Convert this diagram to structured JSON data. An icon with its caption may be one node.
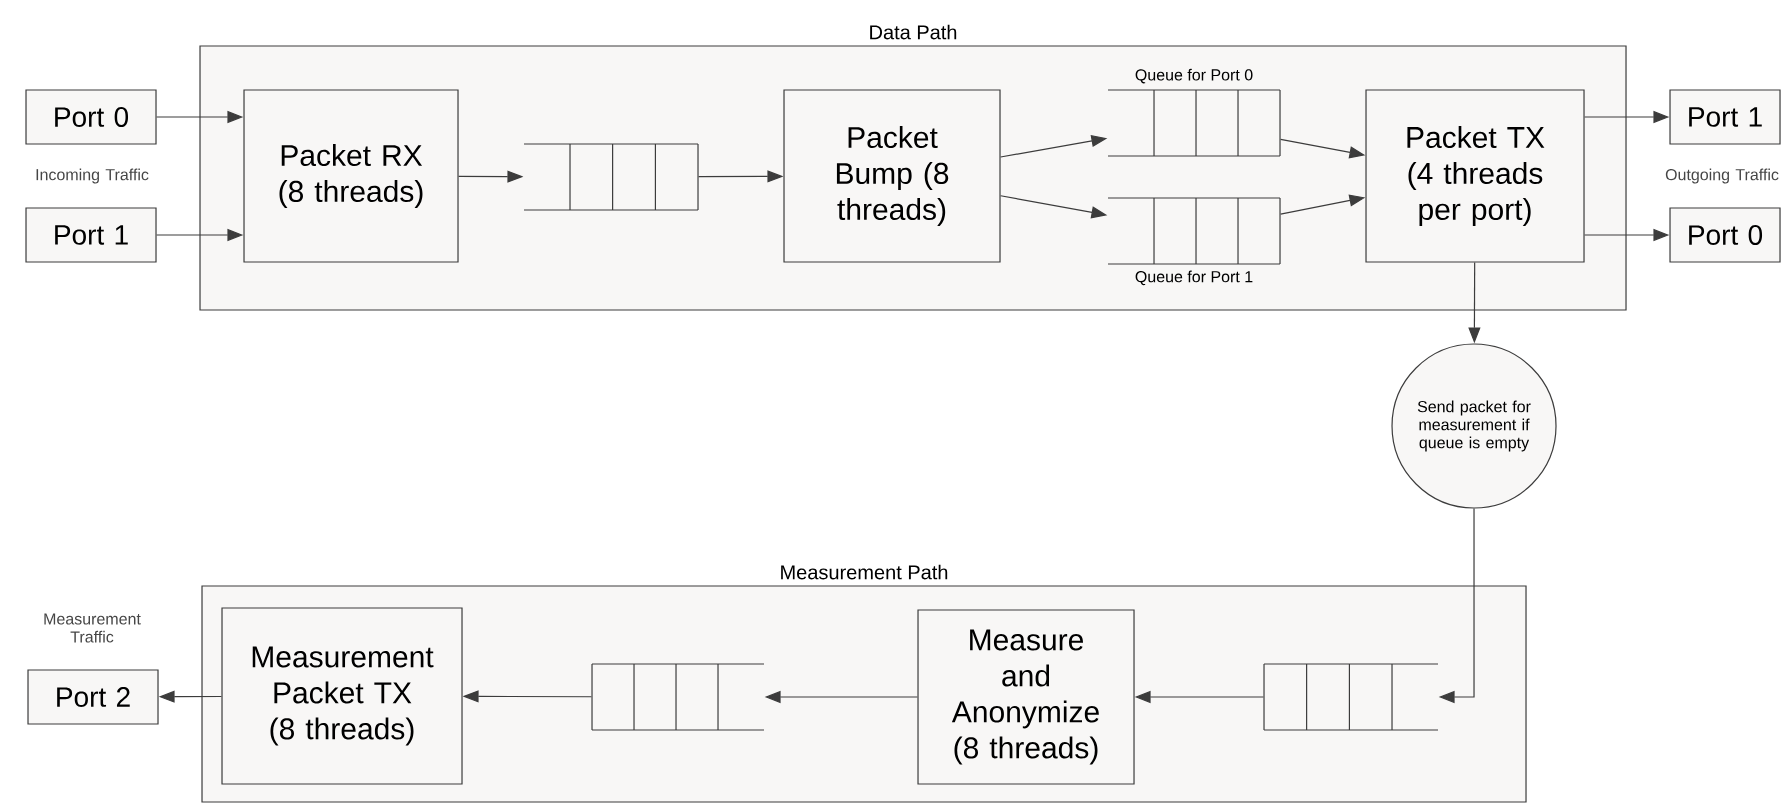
{
  "diagram": {
    "nodes": [
      {
        "text": [
          "Data Path"
        ]
      },
      {
        "text": [
          "Port 0"
        ]
      },
      {
        "text": [
          "Port 1"
        ]
      },
      {
        "text": [
          "Packet RX (8 threads)"
        ],
        "in": 0
      },
      {
        "text": [],
        "shape": "queue",
        "in": 0
      },
      {
        "text": [
          "Packet Bump (8 threads)"
        ],
        "in": 0
      },
      {
        "text": [
          "Queue for Port 0"
        ],
        "in": 0
      },
      {
        "text": [
          "Queue for Port 1"
        ],
        "in": 0
      },
      {
        "text": [
          "Packet TX (4 threads per port)"
        ],
        "in": 0
      },
      {
        "text": [
          "Port 1"
        ]
      },
      {
        "text": [
          "Port 0"
        ]
      },
      {
        "text": [
          "Send packet for measurement if queue is empty"
        ]
      },
      {
        "text": [
          "Measurement Path"
        ]
      },
      {
        "text": [],
        "shape": "queue",
        "in": 12
      },
      {
        "text": [
          "Measure and Anonymize (8 threads)"
        ],
        "in": 12
      },
      {
        "text": [],
        "shape": "queue",
        "in": 12
      },
      {
        "text": [
          "Measurement Packet TX (8 threads)"
        ],
        "in": 12
      },
      {
        "text": [
          "Port 2"
        ]
      }
    ],
    "edges": [
      {
        "from": 1,
        "to": 3,
        "arrow": "to"
      },
      {
        "from": 2,
        "to": 3,
        "arrow": "to"
      },
      {
        "from": 3,
        "to": 4,
        "arrow": "to"
      },
      {
        "from": 4,
        "to": 5,
        "arrow": "to"
      },
      {
        "from": 5,
        "to": 6,
        "arrow": "to"
      },
      {
        "from": 5,
        "to": 7,
        "arrow": "to"
      },
      {
        "from": 6,
        "to": 8,
        "arrow": "to"
      },
      {
        "from": 7,
        "to": 8,
        "arrow": "to"
      },
      {
        "from": 8,
        "to": 9,
        "arrow": "to"
      },
      {
        "from": 8,
        "to": 10,
        "arrow": "to"
      },
      {
        "from": 8,
        "to": 11,
        "arrow": "to"
      },
      {
        "from": 11,
        "to": 15,
        "arrow": "to"
      },
      {
        "from": 15,
        "to": 14,
        "arrow": "to"
      },
      {
        "from": 14,
        "to": 13,
        "arrow": "to"
      },
      {
        "from": 13,
        "to": 16,
        "arrow": "to"
      },
      {
        "from": 16,
        "to": 17,
        "arrow": "to"
      }
    ],
    "labels": [
      "Incoming Traffic",
      "Outgoing Traffic",
      "Measurement Traffic"
    ]
  }
}
